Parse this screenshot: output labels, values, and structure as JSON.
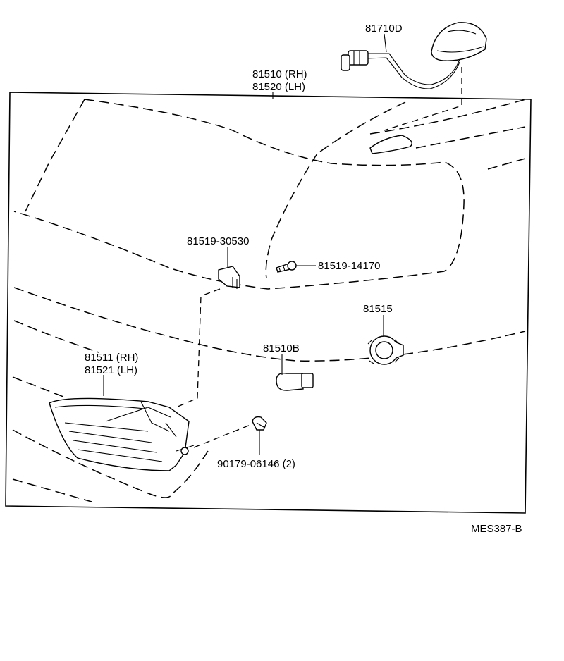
{
  "diagram": {
    "labels": {
      "antenna": "81710D",
      "lamp_rh": "81510 (RH)",
      "lamp_lh": "81520 (LH)",
      "bracket": "81519-30530",
      "screw": "81519-14170",
      "socket": "81515",
      "bulb": "81510B",
      "lens_rh": "81511 (RH)",
      "lens_lh": "81521 (LH)",
      "clip": "90179-06146 (2)"
    },
    "code": "MES387-B"
  }
}
